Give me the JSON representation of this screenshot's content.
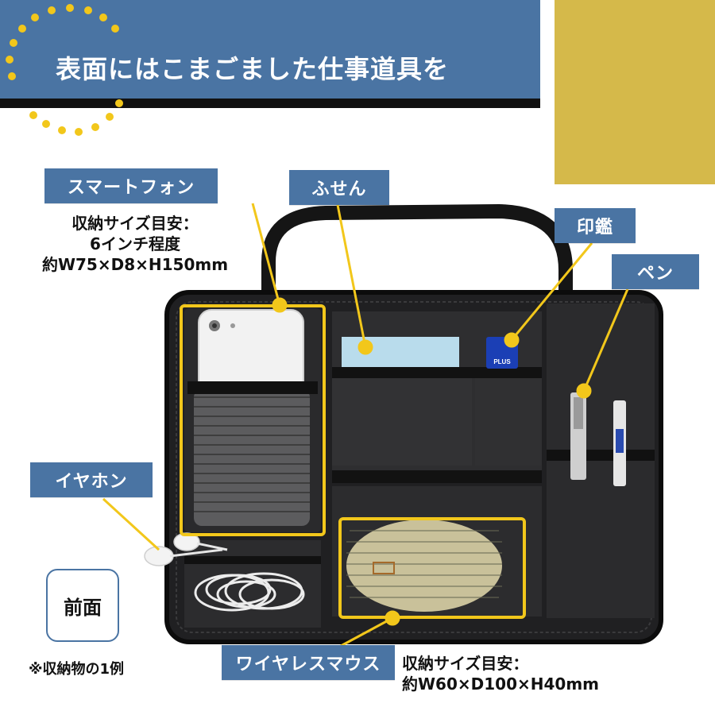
{
  "header": {
    "title": "表面にはこまごました仕事道具を"
  },
  "labels": {
    "smartphone": "スマートフォン",
    "sticky_notes": "ふせん",
    "seal": "印鑑",
    "pen": "ペン",
    "earphones": "イヤホン",
    "wireless_mouse": "ワイヤレスマウス"
  },
  "smartphone_size": {
    "line1": "収納サイズ目安：",
    "line2": "6インチ程度",
    "line3": "約W75×D8×H150mm"
  },
  "mouse_size": {
    "line1": "収納サイズ目安：",
    "line2": "約W60×D100×H40mm"
  },
  "front_label": "前面",
  "footnote": "※収納物の1例",
  "stamp_brand": "PLUS",
  "colors": {
    "tag_blue": "#4a74a3",
    "accent_yellow": "#f2c71b",
    "gold": "#d5b94a",
    "organizer": "#1e1e20"
  }
}
